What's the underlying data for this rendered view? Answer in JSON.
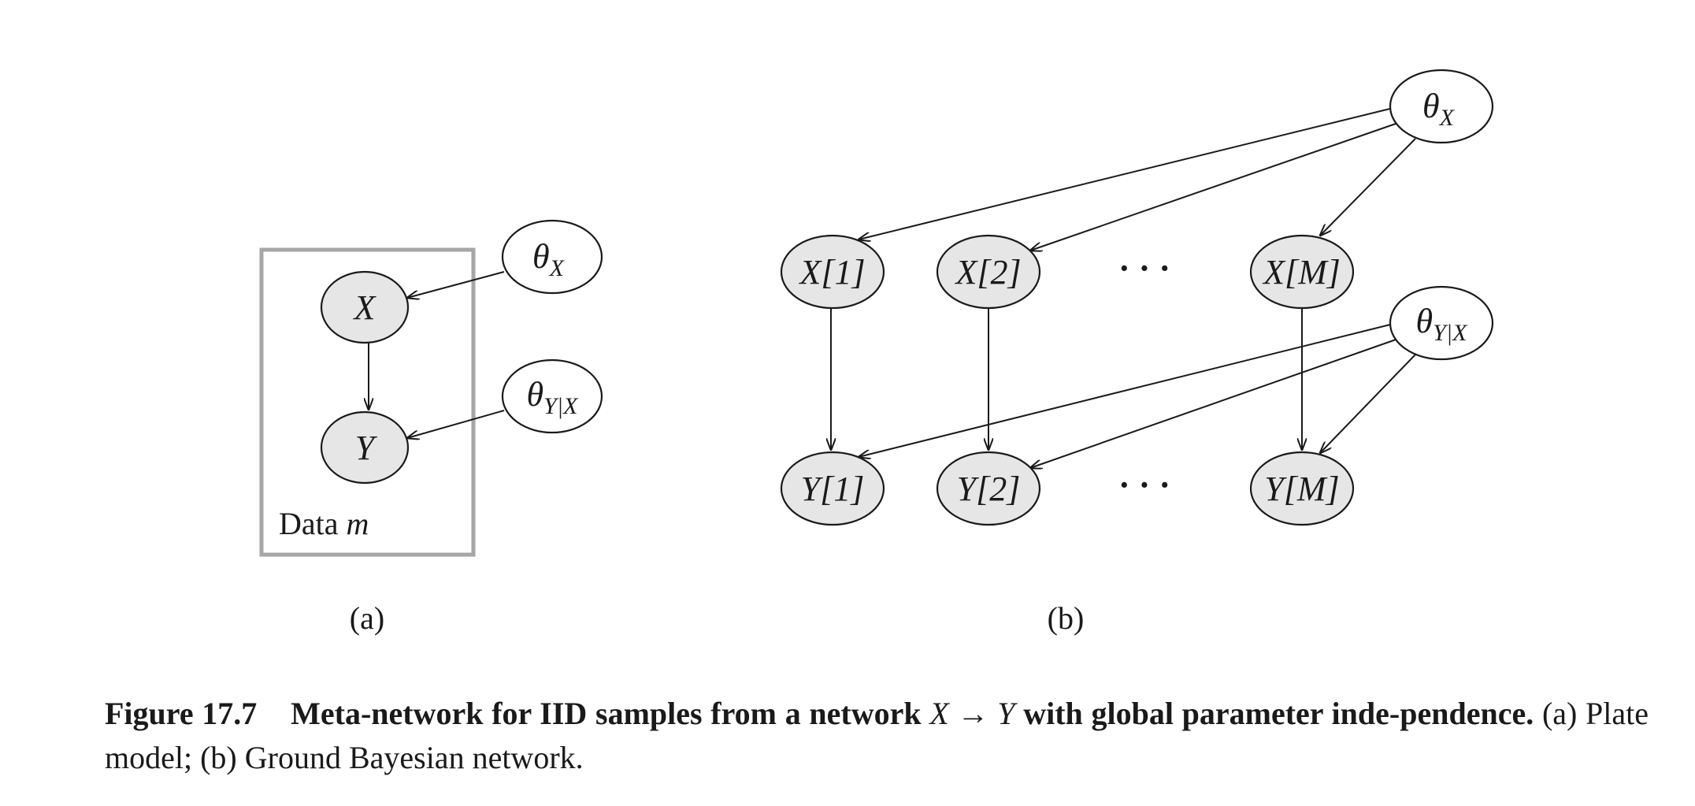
{
  "panel_a": {
    "plate_label_prefix": "Data",
    "plate_label_var": "m",
    "node_x": "X",
    "node_y": "Y",
    "theta_x_main": "θ",
    "theta_x_sub": "X",
    "theta_yx_main": "θ",
    "theta_yx_sub": "Y|X",
    "panel_label": "(a)"
  },
  "panel_b": {
    "x_nodes": [
      "X[1]",
      "X[2]",
      "X[M]"
    ],
    "y_nodes": [
      "Y[1]",
      "Y[2]",
      "Y[M]"
    ],
    "ellipsis_top": "· · ·",
    "ellipsis_bottom": "· · ·",
    "theta_x_main": "θ",
    "theta_x_sub": "X",
    "theta_yx_main": "θ",
    "theta_yx_sub": "Y|X",
    "panel_label": "(b)"
  },
  "caption": {
    "fig_num": "Figure 17.7",
    "title_1": "Meta-network for IID samples from a network",
    "math_x": "X",
    "arrow": "→",
    "math_y": "Y",
    "title_2": "with global parameter inde-pendence.",
    "body": "(a) Plate model; (b) Ground Bayesian network."
  }
}
